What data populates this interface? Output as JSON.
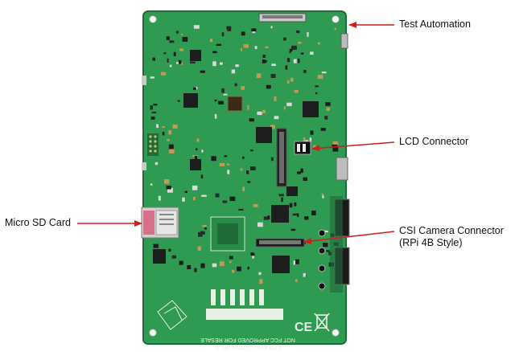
{
  "board": {
    "color": "#2f9a52",
    "dark": "#1f6b3a",
    "silkscreen": "#e8efe4",
    "silkscreen_text": {
      "line1": "FOR EVALUATION ONLY,",
      "line2": "NOT FCC APPROVED FOR RESALE",
      "ce_mark": "CE"
    }
  },
  "callouts": [
    {
      "id": "test-automation",
      "label": "Test Automation",
      "arrow_color": "#cc1f1f"
    },
    {
      "id": "lcd-connector",
      "label": "LCD Connector",
      "arrow_color": "#cc1f1f"
    },
    {
      "id": "micro-sd-card",
      "label": "Micro SD Card",
      "arrow_color": "#cc1f1f"
    },
    {
      "id": "csi-camera-connector",
      "label": "CSI Camera Connector",
      "label_line2": "(RPi 4B Style)",
      "arrow_color": "#cc1f1f"
    }
  ]
}
